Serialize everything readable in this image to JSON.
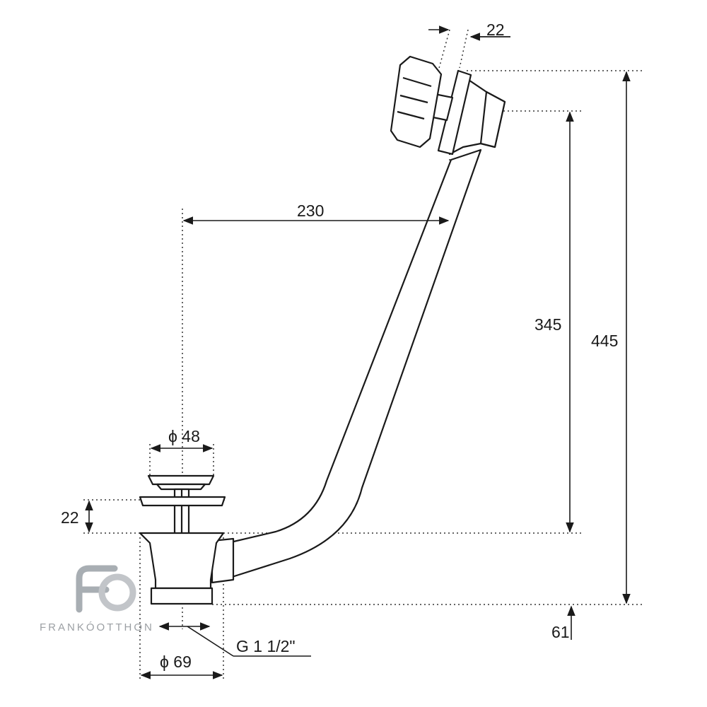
{
  "dimensions": {
    "overflow_gap": "22",
    "horizontal_offset": "230",
    "overflow_height_from_waste": "345",
    "total_height": "445",
    "plug_diameter": "ϕ 48",
    "plug_lift": "22",
    "thread_size": "G 1 1/2\"",
    "body_diameter": "ϕ 69",
    "outlet_height": "61"
  },
  "watermark": {
    "mark": "FO",
    "brand": "FRANKÓOTTHON"
  },
  "colors": {
    "line": "#1a1a1a",
    "watermark": "#8a8f94"
  }
}
